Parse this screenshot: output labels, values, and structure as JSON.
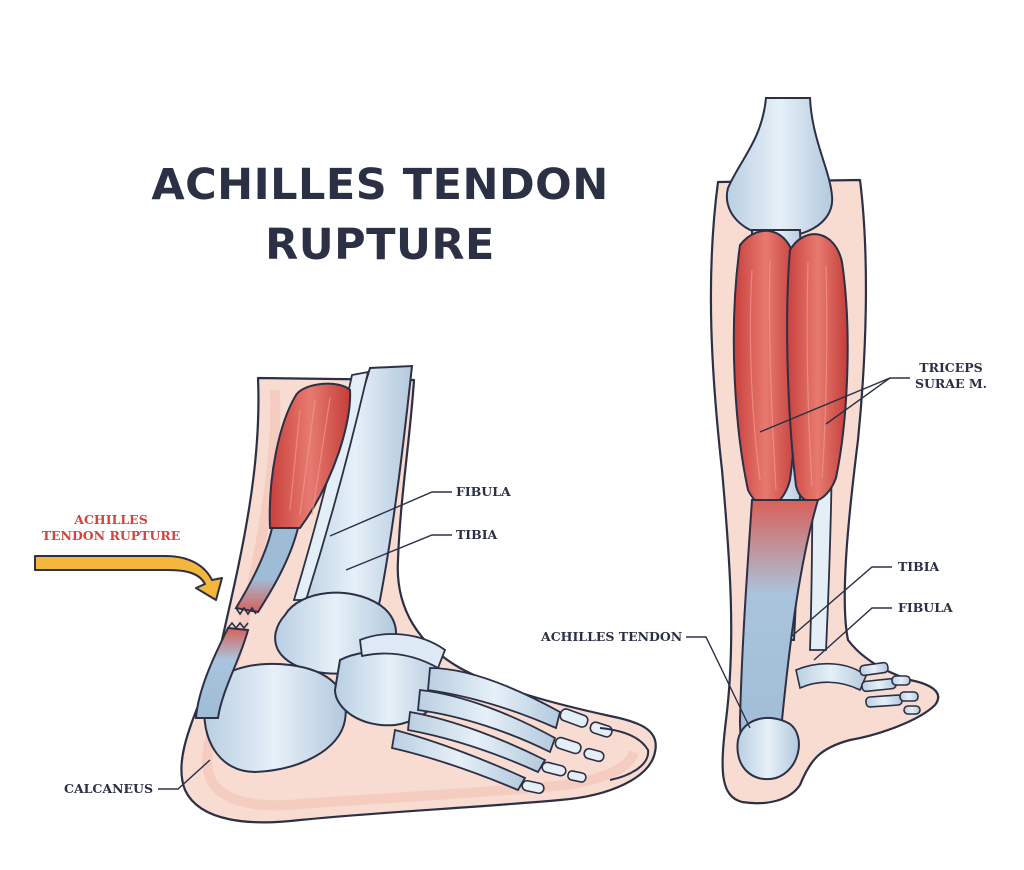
{
  "title": {
    "line1": "ACHILLES TENDON",
    "line2": "RUPTURE"
  },
  "labels": {
    "rupture_line1": "ACHILLES",
    "rupture_line2": "TENDON RUPTURE",
    "fibula_side": "FIBULA",
    "tibia_side": "TIBIA",
    "calcaneus": "CALCANEUS",
    "triceps_line1": "TRICEPS",
    "triceps_line2": "SURAE M.",
    "tibia_back": "TIBIA",
    "fibula_back": "FIBULA",
    "achilles_tendon": "ACHILLES TENDON"
  },
  "colors": {
    "ink": "#2b3045",
    "accent_red": "#d0463f",
    "muscle": "#d85a55",
    "bone": "#d6e6f2",
    "skin": "#f7d7cc",
    "arrow": "#f4b63c"
  }
}
